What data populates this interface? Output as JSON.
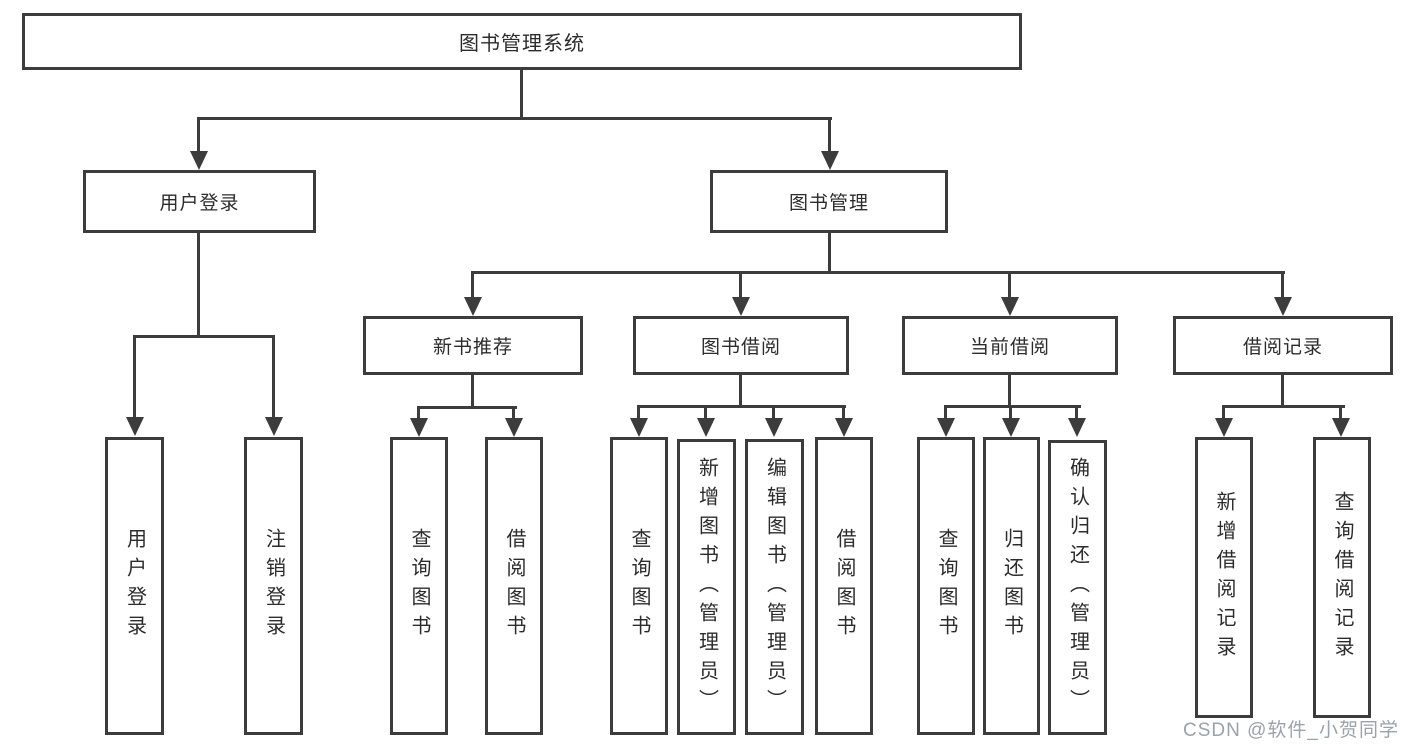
{
  "diagram": {
    "title_node": "图书管理系统",
    "branches": [
      {
        "label": "用户登录",
        "leaves": [
          "用户登录",
          "注销登录"
        ]
      },
      {
        "label": "图书管理",
        "groups": [
          {
            "label": "新书推荐",
            "leaves": [
              "查询图书",
              "借阅图书"
            ]
          },
          {
            "label": "图书借阅",
            "leaves": [
              "查询图书",
              "新增图书（管理员）",
              "编辑图书（管理员）",
              "借阅图书"
            ]
          },
          {
            "label": "当前借阅",
            "leaves": [
              "查询图书",
              "归还图书",
              "确认归还（管理员）"
            ]
          },
          {
            "label": "借阅记录",
            "leaves": [
              "新增借阅记录",
              "查询借阅记录"
            ]
          }
        ]
      }
    ]
  },
  "watermark": {
    "text": "CSDN @软件_小贺同学",
    "color": "#9aa2ab"
  },
  "colors": {
    "line": "#3c3c3c",
    "text": "#2c2c2c",
    "box_fill": "#ffffff",
    "background": "#ffffff"
  }
}
